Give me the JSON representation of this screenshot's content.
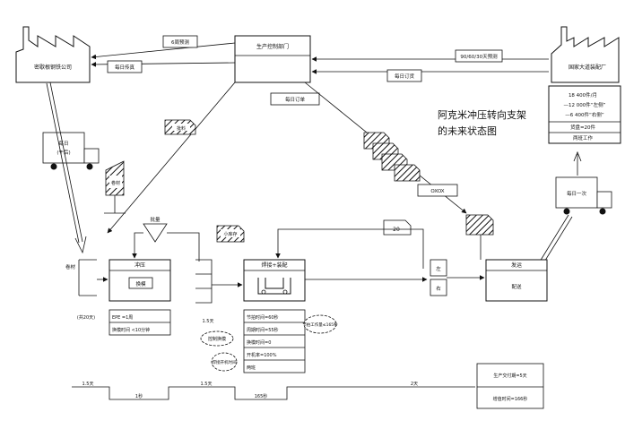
{
  "title": {
    "line1": "阿克米冲压转向支架",
    "line2": "的未来状态图"
  },
  "supplier": {
    "name": "密歇根钢铁公司",
    "truck_label_1": "每日",
    "truck_label_2": "(午后)"
  },
  "customer": {
    "name": "国家大道装配厂",
    "info": [
      "18 400件/月",
      "—12 000件“左侧”",
      "—6 400件“右侧”",
      "货盘=20件",
      "两班工作"
    ],
    "truck_label": "每日一次"
  },
  "control": {
    "name": "生产控制部门",
    "supplier_forecast": "6周预测",
    "supplier_fax": "每日传真",
    "customer_forecast": "90/60/30天预测",
    "customer_order": "每日订货",
    "schedule": "每日订单"
  },
  "kanban": {
    "material_post": "批料",
    "withdrawal": "OXOX",
    "batch_count": "20",
    "store_label": "小库存",
    "shipping_tag": "卷材",
    "scheduler": "批量"
  },
  "raw_material": {
    "label": "卷材",
    "days": "(共20天)"
  },
  "stamping": {
    "name": "冲压",
    "op": "换模",
    "data": [
      "EPE =1周",
      "换模时间 <10分钟"
    ],
    "kaizen": "控制换模",
    "inventory": "1.5天"
  },
  "weld": {
    "name": "焊接+装配",
    "data": [
      "节拍时间=60秒",
      "周期时间=55秒",
      "换模时间=0",
      "开机率=100%",
      "两班"
    ],
    "kaizen_1": "节拍工作量≤165秒",
    "kaizen_2": "焊接开机时间"
  },
  "shipping": {
    "name": "发运",
    "op": "配送",
    "fifo_left": "左",
    "fifo_right": "右"
  },
  "timeline": {
    "waits": [
      "1.5天",
      "1.5天",
      "2天"
    ],
    "processes": [
      "1秒",
      "165秒"
    ],
    "lead_time": "生产交付期=5天",
    "value_time": "增值时间=166秒"
  }
}
